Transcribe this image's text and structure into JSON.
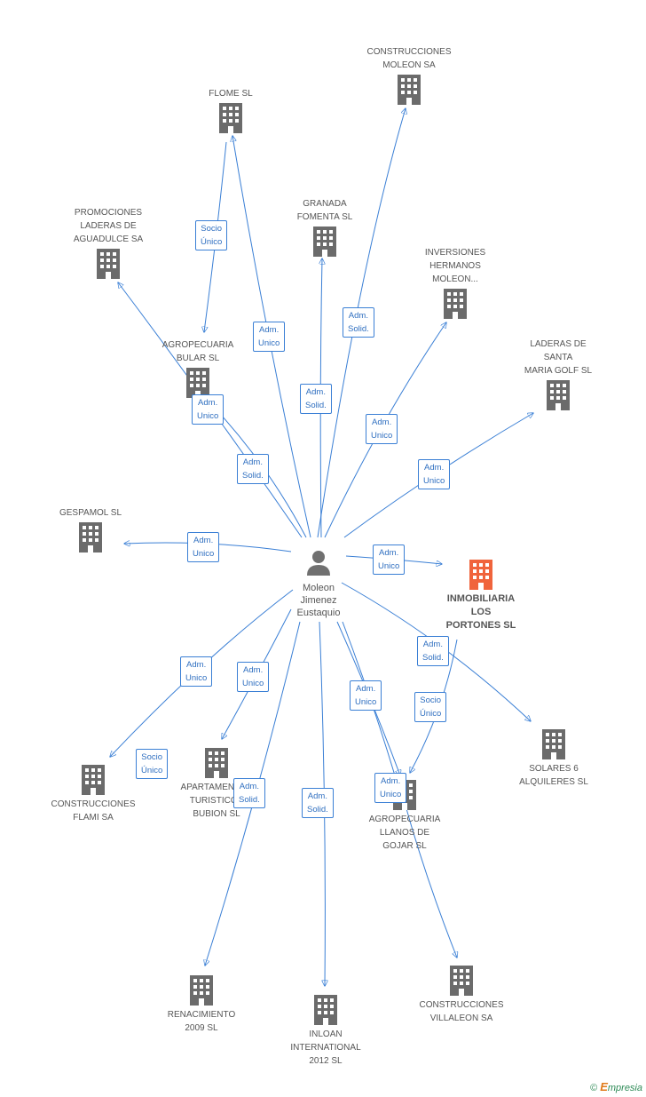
{
  "center": {
    "name_lines": [
      "Moleon",
      "Jimenez",
      "Eustaquio"
    ]
  },
  "companies": [
    {
      "id": "construcciones-moleon",
      "lines": [
        "CONSTRUCCIONES",
        "MOLEON SA"
      ],
      "main": false
    },
    {
      "id": "flome",
      "lines": [
        "FLOME SL"
      ],
      "main": false
    },
    {
      "id": "granada-fomenta",
      "lines": [
        "GRANADA",
        "FOMENTA SL"
      ],
      "main": false
    },
    {
      "id": "promociones-laderas",
      "lines": [
        "PROMOCIONES",
        "LADERAS DE",
        "AGUADULCE SA"
      ],
      "main": false
    },
    {
      "id": "inversiones-hermanos",
      "lines": [
        "INVERSIONES",
        "HERMANOS",
        "MOLEON..."
      ],
      "main": false
    },
    {
      "id": "agropecuaria-bular",
      "lines": [
        "AGROPECUARIA",
        "BULAR SL"
      ],
      "main": false
    },
    {
      "id": "laderas-santa-maria",
      "lines": [
        "LADERAS DE",
        "SANTA",
        "MARIA GOLF SL"
      ],
      "main": false
    },
    {
      "id": "gespamol",
      "lines": [
        "GESPAMOL SL"
      ],
      "main": false
    },
    {
      "id": "inmobiliaria-los-portones",
      "lines": [
        "INMOBILIARIA",
        "LOS",
        "PORTONES SL"
      ],
      "main": true
    },
    {
      "id": "construcciones-flami",
      "lines": [
        "CONSTRUCCIONES",
        "FLAMI SA"
      ],
      "main": false
    },
    {
      "id": "apartamentos-turisticos",
      "lines": [
        "APARTAMENTOS",
        "TURISTICOS",
        "BUBION SL"
      ],
      "main": false
    },
    {
      "id": "agropecuaria-llanos",
      "lines": [
        "AGROPECUARIA",
        "LLANOS DE",
        "GOJAR SL"
      ],
      "main": false
    },
    {
      "id": "solares-6",
      "lines": [
        "SOLARES 6",
        "ALQUILERES SL"
      ],
      "main": false
    },
    {
      "id": "renacimiento",
      "lines": [
        "RENACIMIENTO",
        "2009 SL"
      ],
      "main": false
    },
    {
      "id": "inloan",
      "lines": [
        "INLOAN",
        "INTERNATIONAL",
        "2012 SL"
      ],
      "main": false
    },
    {
      "id": "construcciones-villaleon",
      "lines": [
        "CONSTRUCCIONES",
        "VILLALEON SA"
      ],
      "main": false
    }
  ],
  "relations": [
    {
      "id": "r-flome-bular",
      "lines": [
        "Socio",
        "Único"
      ]
    },
    {
      "id": "r-flome",
      "lines": [
        "Adm.",
        "Unico"
      ]
    },
    {
      "id": "r-moleon",
      "lines": [
        "Adm.",
        "Solid."
      ]
    },
    {
      "id": "r-granada",
      "lines": [
        "Adm.",
        "Solid."
      ]
    },
    {
      "id": "r-inversiones",
      "lines": [
        "Adm.",
        "Unico"
      ]
    },
    {
      "id": "r-bular",
      "lines": [
        "Adm.",
        "Unico"
      ]
    },
    {
      "id": "r-promociones",
      "lines": [
        "Adm.",
        "Solid."
      ]
    },
    {
      "id": "r-laderas",
      "lines": [
        "Adm.",
        "Unico"
      ]
    },
    {
      "id": "r-gespamol",
      "lines": [
        "Adm.",
        "Unico"
      ]
    },
    {
      "id": "r-portones",
      "lines": [
        "Adm.",
        "Unico"
      ]
    },
    {
      "id": "r-solares",
      "lines": [
        "Adm.",
        "Solid."
      ]
    },
    {
      "id": "r-flami",
      "lines": [
        "Adm.",
        "Unico"
      ]
    },
    {
      "id": "r-apartamentos",
      "lines": [
        "Adm.",
        "Unico"
      ]
    },
    {
      "id": "r-llanos",
      "lines": [
        "Adm.",
        "Unico"
      ]
    },
    {
      "id": "r-solares-llanos",
      "lines": [
        "Socio",
        "Único"
      ]
    },
    {
      "id": "r-flami-apart",
      "lines": [
        "Socio",
        "Único"
      ]
    },
    {
      "id": "r-renacimiento",
      "lines": [
        "Adm.",
        "Solid."
      ]
    },
    {
      "id": "r-inloan",
      "lines": [
        "Adm.",
        "Solid."
      ]
    },
    {
      "id": "r-villaleon",
      "lines": [
        "Adm.",
        "Unico"
      ]
    }
  ],
  "colors": {
    "line": "#3a7fd5",
    "building": "#6b6b6b",
    "main_building": "#f0643c",
    "person": "#707070"
  },
  "footer": {
    "copyright": "©",
    "brand_initial": "E",
    "brand_rest": "mpresia"
  }
}
